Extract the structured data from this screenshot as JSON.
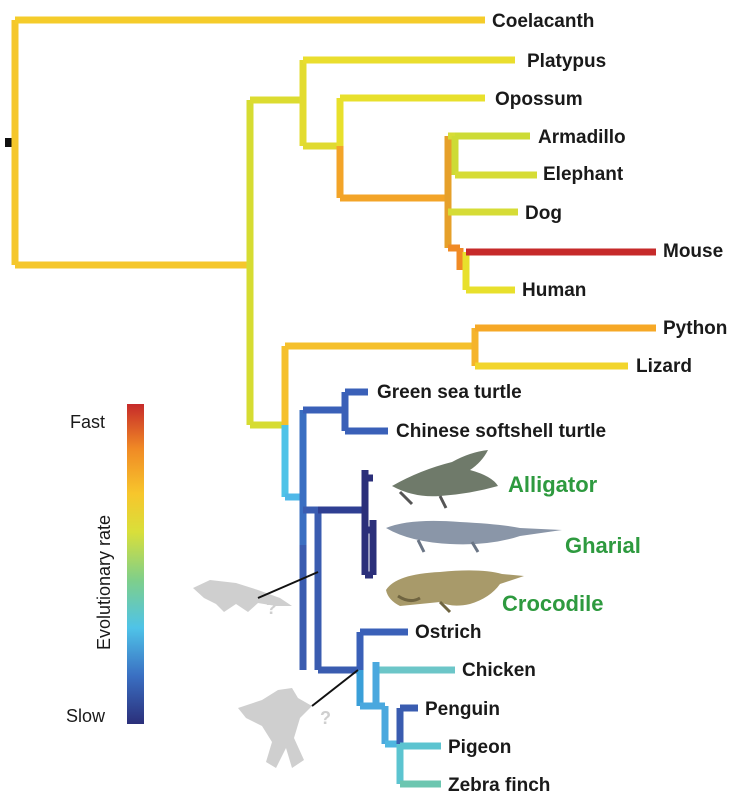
{
  "figure": {
    "labels": {
      "coelacanth": "Coelacanth",
      "platypus": "Platypus",
      "opossum": "Opossum",
      "armadillo": "Armadillo",
      "elephant": "Elephant",
      "dog": "Dog",
      "mouse": "Mouse",
      "human": "Human",
      "python": "Python",
      "lizard": "Lizard",
      "green_sea_turtle": "Green sea turtle",
      "chinese_softshell_turtle": "Chinese softshell turtle",
      "alligator": "Alligator",
      "gharial": "Gharial",
      "crocodile": "Crocodile",
      "ostrich": "Ostrich",
      "chicken": "Chicken",
      "penguin": "Penguin",
      "pigeon": "Pigeon",
      "zebra_finch": "Zebra finch"
    },
    "question_mark": "?",
    "legend": {
      "title": "Evolutionary rate",
      "high": "Fast",
      "low": "Slow",
      "gradient": [
        "#2b2f7a",
        "#3a6fc2",
        "#4fc3e8",
        "#7fcf8a",
        "#d9df3a",
        "#f7c62c",
        "#f08a25",
        "#c62a2a"
      ]
    },
    "colors": {
      "crocodilian_label": "#2e9a3f",
      "ancestor_silhouette": "#cfcfcf"
    }
  }
}
